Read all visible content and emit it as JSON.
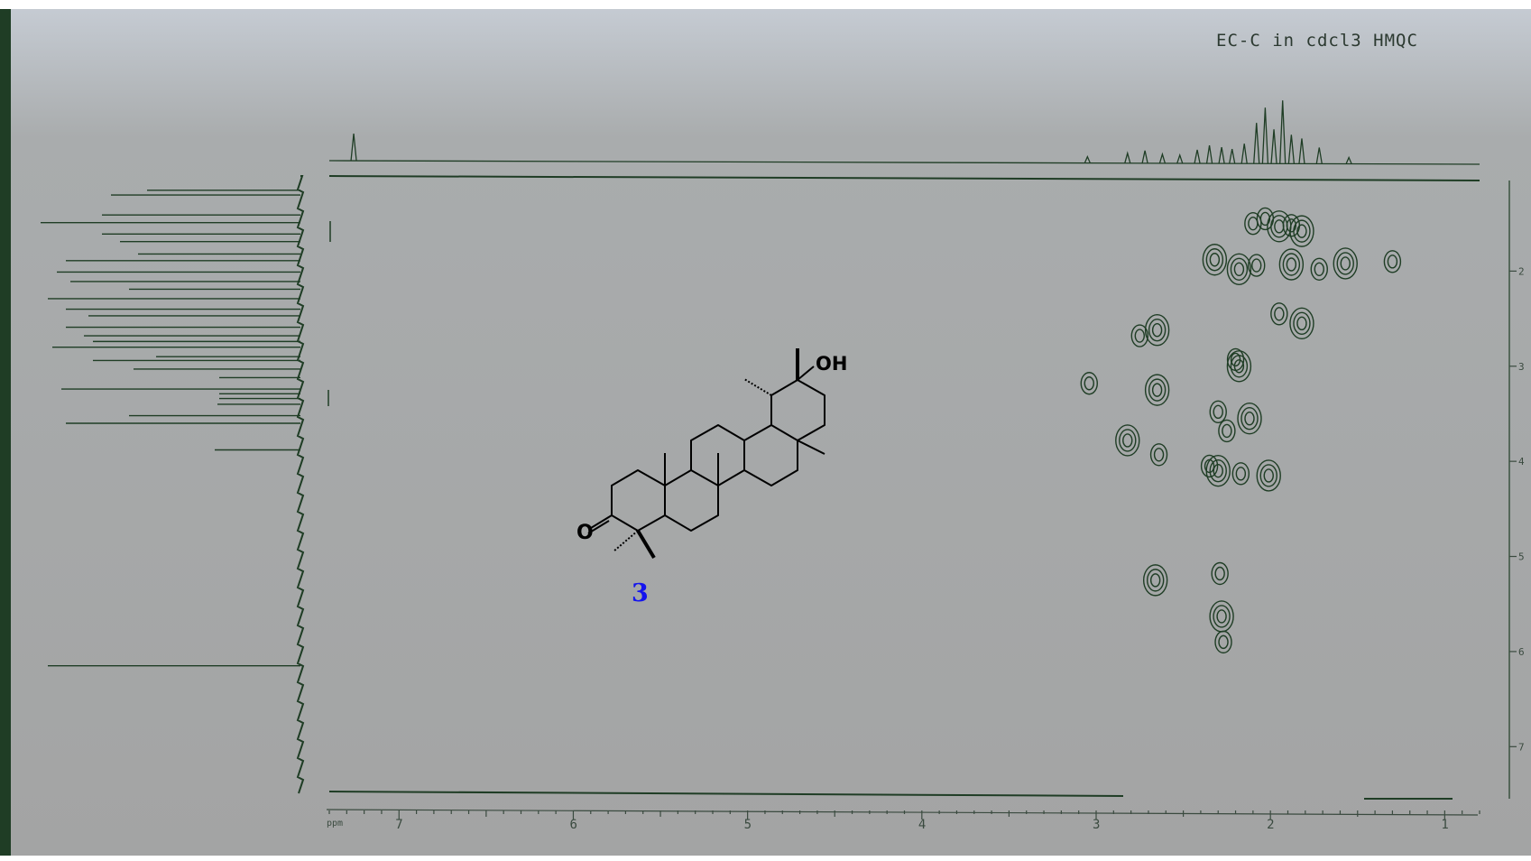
{
  "header": {
    "experiment_title": "EC-C in cdcl3 HMQC"
  },
  "compound": {
    "label": "3",
    "atom_labels": {
      "hydroxyl": "OH",
      "carbonyl_oxygen": "O"
    }
  },
  "colors": {
    "background": "#a5a6a6",
    "trace": "#1f3d25",
    "compound_label": "#1414ee"
  },
  "chart_data": {
    "type": "heatmap",
    "title": "EC-C in cdcl3 HMQC",
    "xlabel": "",
    "ylabel": "",
    "x_unit_label": "ppm",
    "x_axis": {
      "range": [
        7.4,
        0.8
      ],
      "ticks": [
        7,
        6,
        5,
        4,
        3,
        2,
        1
      ],
      "tick_labels": [
        "7",
        "6",
        "5",
        "4",
        "3",
        "2",
        "1"
      ]
    },
    "y_axis": {
      "range": [
        10,
        75
      ],
      "ticks": [
        20,
        30,
        40,
        50,
        60,
        70
      ],
      "tick_labels": [
        "2",
        "3",
        "4",
        "5",
        "6",
        "7"
      ]
    },
    "grid": false,
    "series": [
      {
        "values": [
          {
            "x": 2.03,
            "y": 14.5
          },
          {
            "x": 1.95,
            "y": 15.3
          },
          {
            "x": 1.88,
            "y": 15.2
          },
          {
            "x": 1.82,
            "y": 15.8
          },
          {
            "x": 2.1,
            "y": 15.0
          },
          {
            "x": 2.32,
            "y": 18.8
          },
          {
            "x": 2.08,
            "y": 19.4
          },
          {
            "x": 1.88,
            "y": 19.3
          },
          {
            "x": 1.72,
            "y": 19.8
          },
          {
            "x": 1.57,
            "y": 19.2
          },
          {
            "x": 1.3,
            "y": 19.0
          },
          {
            "x": 2.18,
            "y": 19.8
          },
          {
            "x": 1.95,
            "y": 24.5
          },
          {
            "x": 1.82,
            "y": 25.5
          },
          {
            "x": 2.75,
            "y": 26.8
          },
          {
            "x": 2.65,
            "y": 26.2
          },
          {
            "x": 2.2,
            "y": 29.3
          },
          {
            "x": 2.18,
            "y": 30.0
          },
          {
            "x": 3.04,
            "y": 31.8
          },
          {
            "x": 2.65,
            "y": 32.5
          },
          {
            "x": 2.3,
            "y": 34.8
          },
          {
            "x": 2.12,
            "y": 35.5
          },
          {
            "x": 2.25,
            "y": 36.8
          },
          {
            "x": 2.82,
            "y": 37.8
          },
          {
            "x": 2.64,
            "y": 39.3
          },
          {
            "x": 2.3,
            "y": 41.0
          },
          {
            "x": 2.17,
            "y": 41.3
          },
          {
            "x": 2.01,
            "y": 41.5
          },
          {
            "x": 2.35,
            "y": 40.5
          },
          {
            "x": 2.66,
            "y": 52.5
          },
          {
            "x": 2.29,
            "y": 51.8
          },
          {
            "x": 2.28,
            "y": 56.3
          },
          {
            "x": 2.27,
            "y": 59.0
          }
        ]
      }
    ],
    "f2_projection_peaks": [
      {
        "x": 7.26,
        "h": 30
      },
      {
        "x": 3.05,
        "h": 7
      },
      {
        "x": 2.82,
        "h": 11
      },
      {
        "x": 2.72,
        "h": 14
      },
      {
        "x": 2.62,
        "h": 10
      },
      {
        "x": 2.52,
        "h": 9
      },
      {
        "x": 2.42,
        "h": 15
      },
      {
        "x": 2.35,
        "h": 20
      },
      {
        "x": 2.28,
        "h": 18
      },
      {
        "x": 2.22,
        "h": 16
      },
      {
        "x": 2.15,
        "h": 22
      },
      {
        "x": 2.08,
        "h": 45
      },
      {
        "x": 2.03,
        "h": 62
      },
      {
        "x": 1.98,
        "h": 38
      },
      {
        "x": 1.93,
        "h": 70
      },
      {
        "x": 1.88,
        "h": 32
      },
      {
        "x": 1.82,
        "h": 28
      },
      {
        "x": 1.72,
        "h": 18
      },
      {
        "x": 1.55,
        "h": 7
      }
    ],
    "f1_projection_peaks": [
      {
        "y": 11.5,
        "l": 170
      },
      {
        "y": 12.0,
        "l": 210
      },
      {
        "y": 14.1,
        "l": 220
      },
      {
        "y": 14.9,
        "l": 288
      },
      {
        "y": 16.1,
        "l": 220
      },
      {
        "y": 16.9,
        "l": 200
      },
      {
        "y": 18.2,
        "l": 180
      },
      {
        "y": 18.9,
        "l": 260
      },
      {
        "y": 20.1,
        "l": 270
      },
      {
        "y": 21.1,
        "l": 255
      },
      {
        "y": 21.9,
        "l": 190
      },
      {
        "y": 22.9,
        "l": 280
      },
      {
        "y": 24.0,
        "l": 260
      },
      {
        "y": 24.7,
        "l": 235
      },
      {
        "y": 25.9,
        "l": 260
      },
      {
        "y": 26.8,
        "l": 240
      },
      {
        "y": 27.4,
        "l": 230
      },
      {
        "y": 28.0,
        "l": 275
      },
      {
        "y": 29.0,
        "l": 160
      },
      {
        "y": 29.4,
        "l": 230
      },
      {
        "y": 30.3,
        "l": 185
      },
      {
        "y": 31.2,
        "l": 90
      },
      {
        "y": 32.4,
        "l": 265
      },
      {
        "y": 32.9,
        "l": 90
      },
      {
        "y": 33.4,
        "l": 90
      },
      {
        "y": 34.0,
        "l": 92
      },
      {
        "y": 35.2,
        "l": 190
      },
      {
        "y": 36.0,
        "l": 260
      },
      {
        "y": 38.8,
        "l": 95
      },
      {
        "y": 61.5,
        "l": 280
      }
    ]
  }
}
